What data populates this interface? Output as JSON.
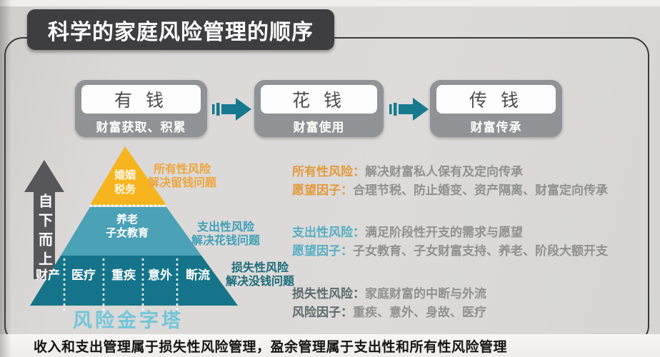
{
  "title": "科学的家庭风险管理的顺序",
  "flow": {
    "steps": [
      {
        "name": "有 钱",
        "desc": "财富获取、积累"
      },
      {
        "name": "花 钱",
        "desc": "财富使用"
      },
      {
        "name": "传 钱",
        "desc": "财富传承"
      }
    ]
  },
  "direction_label": "自下而上",
  "pyramid": {
    "title": "风险金字塔",
    "top": {
      "line1": "婚姻",
      "line2": "税务",
      "side_label": "所有性风险",
      "side_note": "解决留钱问题"
    },
    "middle": {
      "line1": "养老",
      "line2": "子女教育",
      "side_label": "支出性风险",
      "side_note": "解决花钱问题"
    },
    "bottom": {
      "segments": [
        "财产",
        "医疗",
        "重疾",
        "意外",
        "断流"
      ],
      "side_label": "损失性风险",
      "side_note": "解决没钱问题"
    }
  },
  "details": [
    {
      "row1_label": "所有性风险：",
      "row1_text": "解决财富私人保有及定向传承",
      "row2_label": "愿望因子：",
      "row2_text": "合理节税、防止婚变、资产隔离、财富定向传承"
    },
    {
      "row1_label": "支出性风险：",
      "row1_text": "满足阶段性开支的需求与愿望",
      "row2_label": "愿望因子：",
      "row2_text": "子女教育、子女财富支持、养老、阶段大额开支"
    },
    {
      "row1_label": "损失性风险：",
      "row1_text": "家庭财富的中断与外流",
      "row2_label": "风险因子：",
      "row2_text": "重疾、意外、身故、医疗"
    }
  ],
  "footer": "收入和支出管理属于损失性风险管理，盈余管理属于支出性和所有性风险管理",
  "colors": {
    "title_bg": "#3e3e40",
    "box_gray": "#919295",
    "arrow_teal": "#17798e",
    "pyramid_yellow": "#f6b51e",
    "pyramid_mid_teal": "#4ba1b6",
    "pyramid_bottom_teal": "#15748a",
    "up_arrow_gray": "#57575a",
    "ownership_orange": "#efa53b",
    "expense_teal": "#3f9fb8",
    "loss_teal": "#1b6a7c",
    "loss_label_dark": "#5e6b6e",
    "pyramid_title_teal": "#72c5d8"
  }
}
